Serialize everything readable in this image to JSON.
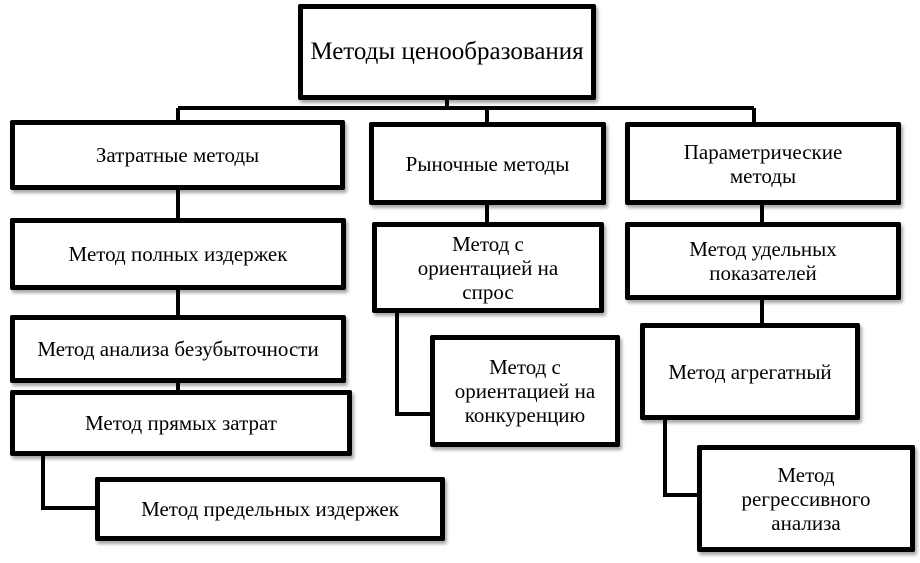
{
  "root": "Методы ценообразования",
  "groups": [
    {
      "title": "Затратные методы",
      "children": [
        "Метод полных издержек",
        "Метод анализа безубыточности",
        "Метод прямых затрат",
        "Метод предельных издержек"
      ]
    },
    {
      "title": "Рыночные методы",
      "children": [
        "Метод с ориентацией на спрос",
        "Метод с ориентацией на конкуренцию"
      ]
    },
    {
      "title": "Параметрические методы",
      "children": [
        "Метод удельных показателей",
        "Метод агрегатный",
        "Метод регрессивного анализа"
      ]
    }
  ]
}
